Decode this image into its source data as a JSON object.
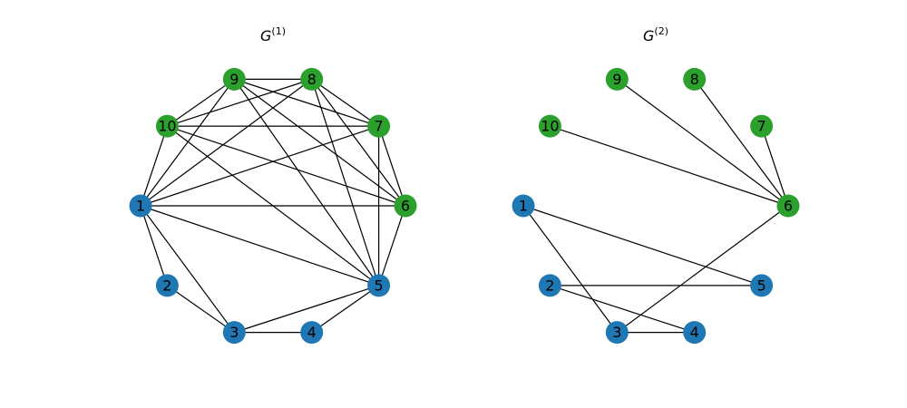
{
  "colors": {
    "group_a": "#1f77b4",
    "group_b": "#2ca02c",
    "edge": "#000000",
    "label": "#000000"
  },
  "graphs": [
    {
      "title_main": "G",
      "title_sup": "(1)",
      "nodes": [
        {
          "id": "1",
          "group": "a"
        },
        {
          "id": "2",
          "group": "a"
        },
        {
          "id": "3",
          "group": "a"
        },
        {
          "id": "4",
          "group": "a"
        },
        {
          "id": "5",
          "group": "a"
        },
        {
          "id": "6",
          "group": "b"
        },
        {
          "id": "7",
          "group": "b"
        },
        {
          "id": "8",
          "group": "b"
        },
        {
          "id": "9",
          "group": "b"
        },
        {
          "id": "10",
          "group": "b"
        }
      ],
      "edges": [
        [
          "9",
          "8"
        ],
        [
          "9",
          "10"
        ],
        [
          "9",
          "7"
        ],
        [
          "9",
          "6"
        ],
        [
          "9",
          "5"
        ],
        [
          "9",
          "1"
        ],
        [
          "8",
          "10"
        ],
        [
          "8",
          "7"
        ],
        [
          "8",
          "6"
        ],
        [
          "8",
          "5"
        ],
        [
          "8",
          "1"
        ],
        [
          "10",
          "7"
        ],
        [
          "10",
          "6"
        ],
        [
          "10",
          "5"
        ],
        [
          "10",
          "1"
        ],
        [
          "7",
          "1"
        ],
        [
          "7",
          "6"
        ],
        [
          "7",
          "5"
        ],
        [
          "6",
          "5"
        ],
        [
          "6",
          "1"
        ],
        [
          "1",
          "2"
        ],
        [
          "1",
          "3"
        ],
        [
          "1",
          "5"
        ],
        [
          "2",
          "3"
        ],
        [
          "3",
          "4"
        ],
        [
          "3",
          "5"
        ],
        [
          "4",
          "5"
        ]
      ]
    },
    {
      "title_main": "G",
      "title_sup": "(2)",
      "nodes": [
        {
          "id": "1",
          "group": "a"
        },
        {
          "id": "2",
          "group": "a"
        },
        {
          "id": "3",
          "group": "a"
        },
        {
          "id": "4",
          "group": "a"
        },
        {
          "id": "5",
          "group": "a"
        },
        {
          "id": "6",
          "group": "b"
        },
        {
          "id": "7",
          "group": "b"
        },
        {
          "id": "8",
          "group": "b"
        },
        {
          "id": "9",
          "group": "b"
        },
        {
          "id": "10",
          "group": "b"
        }
      ],
      "edges": [
        [
          "9",
          "6"
        ],
        [
          "8",
          "6"
        ],
        [
          "7",
          "6"
        ],
        [
          "10",
          "6"
        ],
        [
          "6",
          "3"
        ],
        [
          "1",
          "5"
        ],
        [
          "1",
          "3"
        ],
        [
          "2",
          "5"
        ],
        [
          "2",
          "4"
        ],
        [
          "3",
          "4"
        ]
      ]
    }
  ]
}
